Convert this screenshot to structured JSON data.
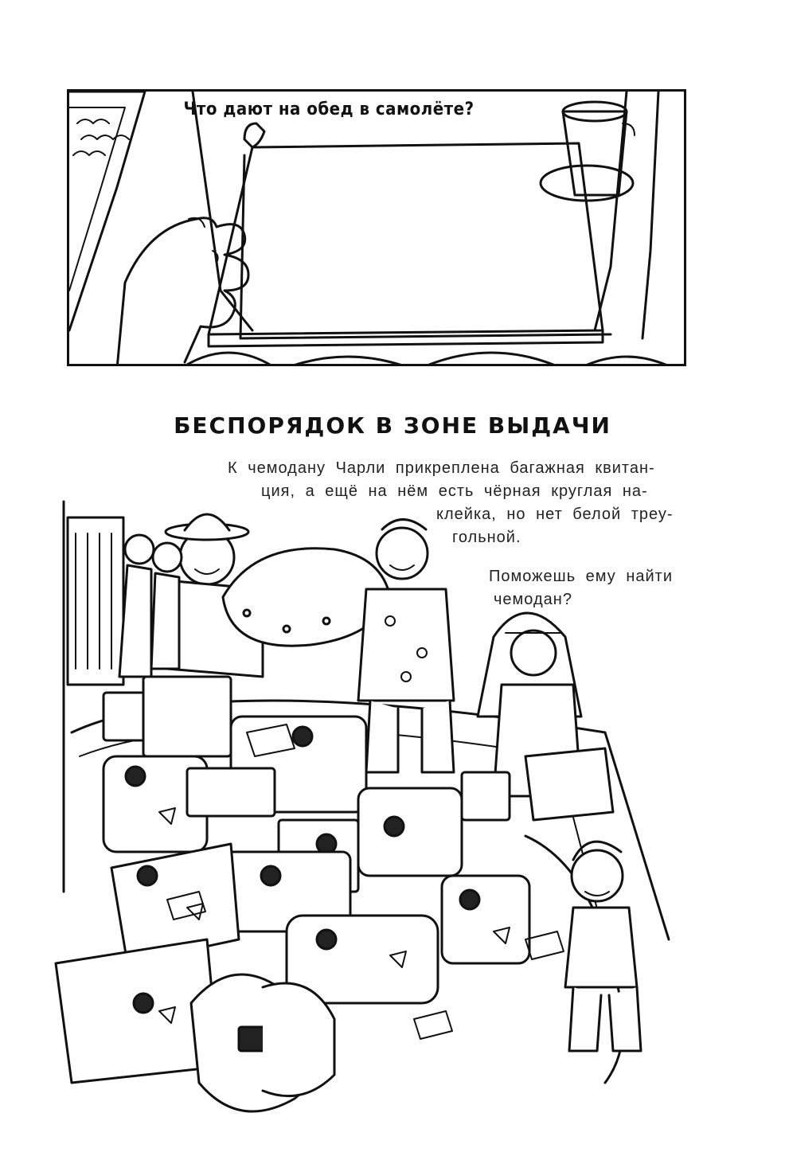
{
  "panel": {
    "question": "Что дают на обед в самолёте?"
  },
  "section": {
    "title": "БЕСПОРЯДОК В ЗОНЕ ВЫДАЧИ",
    "paragraph_lines": [
      "К чемодану Чарли прикреплена багажная квитан-",
      "ция, а ещё на нём есть чёрная круглая на-",
      "клейка, но нет белой треу-",
      "гольной."
    ],
    "question_lines": [
      "Поможешь ему найти",
      "чемодан?"
    ]
  }
}
